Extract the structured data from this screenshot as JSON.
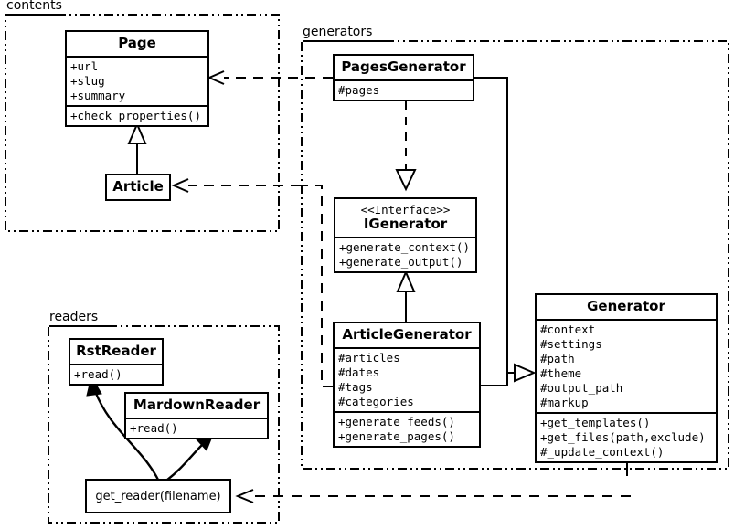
{
  "diagram": {
    "kind": "uml-class-diagram",
    "background": "#ffffff",
    "line_color": "#000000"
  },
  "packages": [
    {
      "id": "contents",
      "label": "contents"
    },
    {
      "id": "generators",
      "label": "generators"
    },
    {
      "id": "readers",
      "label": "readers"
    }
  ],
  "classes": {
    "page": {
      "name": "Page",
      "attributes": [
        "+url",
        "+slug",
        "+summary"
      ],
      "operations": [
        "+check_properties()"
      ]
    },
    "article": {
      "name": "Article",
      "attributes": [],
      "operations": []
    },
    "pages_generator": {
      "name": "PagesGenerator",
      "attributes": [
        "#pages"
      ],
      "operations": []
    },
    "igenerator": {
      "stereotype": "<<Interface>>",
      "name": "IGenerator",
      "attributes": [],
      "operations": [
        "+generate_context()",
        "+generate_output()"
      ]
    },
    "article_generator": {
      "name": "ArticleGenerator",
      "attributes": [
        "#articles",
        "#dates",
        "#tags",
        "#categories"
      ],
      "operations": [
        "+generate_feeds()",
        "+generate_pages()"
      ]
    },
    "generator": {
      "name": "Generator",
      "attributes": [
        "#context",
        "#settings",
        "#path",
        "#theme",
        "#output_path",
        "#markup"
      ],
      "operations": [
        "+get_templates()",
        "+get_files(path,exclude)",
        "#_update_context()"
      ]
    },
    "rst_reader": {
      "name": "RstReader",
      "attributes": [],
      "operations": [
        "+read()"
      ]
    },
    "mardown_reader": {
      "name": "MardownReader",
      "attributes": [],
      "operations": [
        "+read()"
      ]
    },
    "get_reader": {
      "name": "get_reader(filename)"
    }
  },
  "relationships": [
    {
      "id": "article-to-page",
      "type": "generalization",
      "from": "Article",
      "to": "Page"
    },
    {
      "id": "pagesgen-to-igenerator",
      "type": "realization",
      "from": "PagesGenerator",
      "to": "IGenerator"
    },
    {
      "id": "articlegen-to-igenerator",
      "type": "generalization",
      "from": "ArticleGenerator",
      "to": "IGenerator"
    },
    {
      "id": "pagesgen-to-generator",
      "type": "generalization",
      "from": "PagesGenerator",
      "to": "Generator"
    },
    {
      "id": "articlegen-to-generator",
      "type": "generalization",
      "from": "ArticleGenerator",
      "to": "Generator"
    },
    {
      "id": "pagesgen-depends-page",
      "type": "dependency",
      "from": "PagesGenerator",
      "to": "Page"
    },
    {
      "id": "articlegen-depends-article",
      "type": "dependency",
      "from": "ArticleGenerator",
      "to": "Article"
    },
    {
      "id": "generator-depends-getreader",
      "type": "dependency",
      "from": "Generator",
      "to": "get_reader(filename)"
    },
    {
      "id": "getreader-to-rstreader",
      "type": "association",
      "from": "get_reader(filename)",
      "to": "RstReader"
    },
    {
      "id": "getreader-to-mardownreader",
      "type": "association",
      "from": "get_reader(filename)",
      "to": "MardownReader"
    }
  ]
}
